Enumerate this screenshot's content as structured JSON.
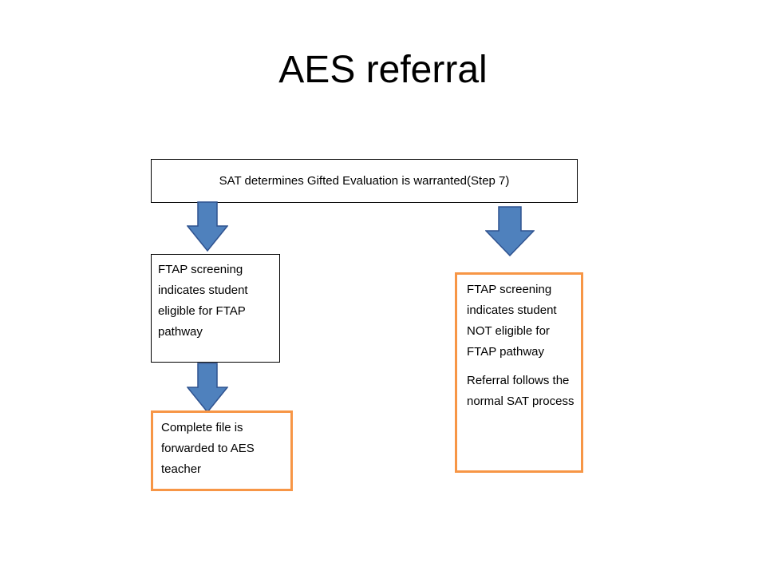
{
  "slide": {
    "title": "AES referral"
  },
  "flowchart": {
    "top_box": {
      "text": "SAT determines Gifted Evaluation is warranted(Step 7)"
    },
    "eligible_box": {
      "text": "FTAP screening indicates student eligible for FTAP pathway"
    },
    "forward_box": {
      "text": "Complete file is forwarded to AES teacher"
    },
    "not_eligible_box": {
      "text_1": "FTAP screening indicates student NOT eligible for FTAP pathway",
      "text_2": "Referral follows the normal SAT process"
    }
  },
  "colors": {
    "arrow_fill": "#4f81bd",
    "arrow_stroke": "#2f528f",
    "orange_border": "#f79646",
    "black_border": "#000000"
  },
  "icons": {
    "arrow": "down-arrow-block"
  }
}
